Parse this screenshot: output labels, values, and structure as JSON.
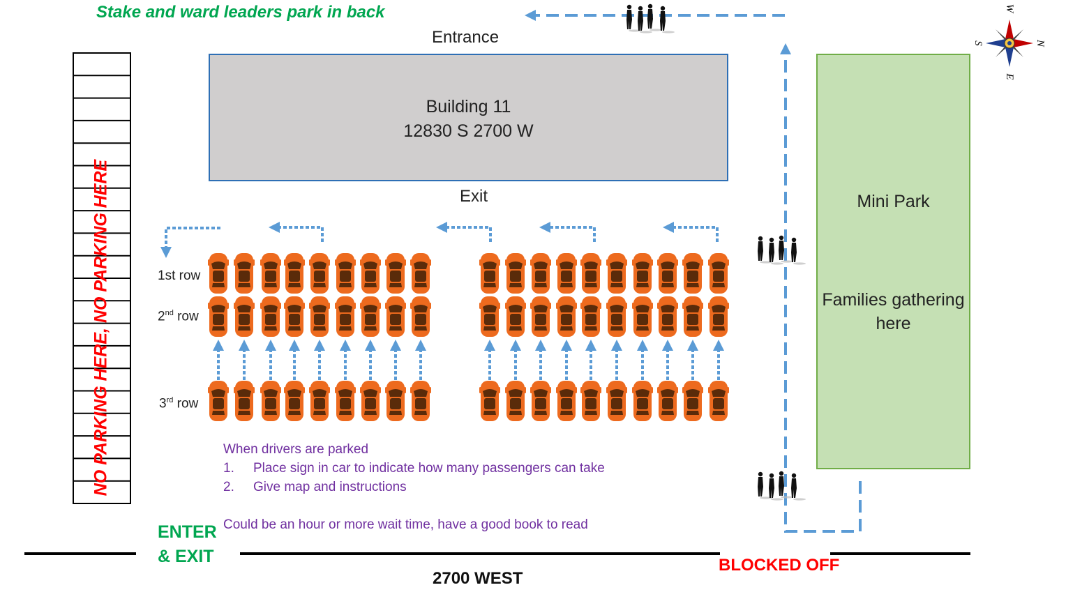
{
  "header": {
    "title": "Stake and ward leaders park in back"
  },
  "building": {
    "name": "Building 11",
    "address": "12830 S 2700 W",
    "entrance_label": "Entrance",
    "exit_label": "Exit"
  },
  "park": {
    "name": "Mini Park",
    "description": "Families gathering here"
  },
  "rows": {
    "row1": "1st row",
    "row2_num": "2",
    "row2_sup": "nd",
    "row2_word": " row",
    "row3_num": "3",
    "row3_sup": "rd",
    "row3_word": " row"
  },
  "no_parking": "NO PARKING HERE, NO PARKING HERE",
  "instructions": {
    "heading": "When drivers are parked",
    "items": [
      {
        "num": "1.",
        "text": "Place sign in car to indicate how many passengers can take"
      },
      {
        "num": "2.",
        "text": "Give map and instructions"
      }
    ],
    "wait_note": "Could be an hour or more wait time, have a good book to read"
  },
  "enter_exit": "ENTER & EXIT",
  "street": "2700 WEST",
  "blocked_off": "BLOCKED OFF",
  "compass": {
    "N": "N",
    "S": "S",
    "E": "E",
    "W": "W"
  },
  "colors": {
    "car": "#ed6a1e",
    "car_dark": "#5a2b0a",
    "arrow": "#5b9bd5",
    "park_fill": "#c5e0b4",
    "park_border": "#70ad47",
    "building_fill": "#d0cece",
    "building_border": "#2e6fb5",
    "instruction_text": "#7030a0",
    "green_text": "#00a650",
    "red_text": "#ff0000"
  },
  "parking_layout": {
    "left_block_cars_per_row": 9,
    "right_block_cars_per_row": 10,
    "rows": 3
  }
}
